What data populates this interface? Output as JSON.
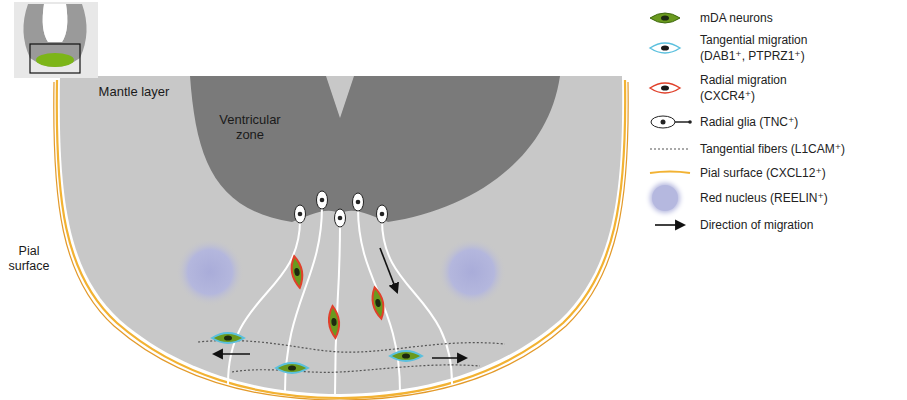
{
  "diagram": {
    "nodes": [
      {
        "text": [
          "Mantle layer"
        ]
      },
      {
        "text": [
          "Ventricular zone"
        ],
        "in": 0
      }
    ],
    "labels": [
      "Pial surface"
    ],
    "legend": [
      {
        "text": "mDA neurons"
      },
      {
        "text": "Tangential migration (DAB1⁺, PTPRZ1⁺)"
      },
      {
        "text": "Radial migration (CXCR4⁺)"
      },
      {
        "text": "Radial glia (TNC⁺)"
      },
      {
        "text": "Tangential fibers (L1CAM⁺)"
      },
      {
        "text": "Pial surface (CXCL12⁺)"
      },
      {
        "text": "Red nucleus (REELIN⁺)",
        "color": "#b5b8df"
      },
      {
        "text": "Direction of migration"
      }
    ]
  }
}
